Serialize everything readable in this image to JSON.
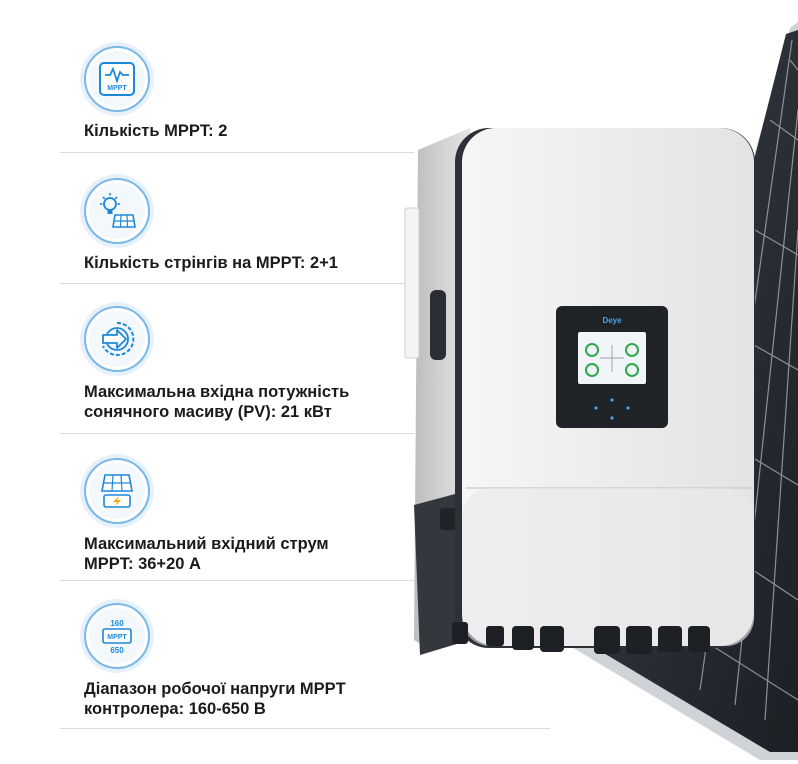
{
  "specs": [
    {
      "icon": "mppt-waveform-icon",
      "label": "Кількість MPPT: 2"
    },
    {
      "icon": "lightbulb-solar-panel-icon",
      "label": "Кількість стрінгів на MPPT: 2+1"
    },
    {
      "icon": "arrow-gear-icon",
      "label_line1": "Максимальна вхідна потужність",
      "label_line2": "сонячного масиву (PV): 21 кВт"
    },
    {
      "icon": "solar-panel-bolt-icon",
      "label_line1": "Максимальний вхідний струм",
      "label_line2": "MPPT: 36+20 А"
    },
    {
      "icon": "voltage-range-icon",
      "label_line1": "Діапазон робочої напруги MPPT",
      "label_line2": "контролера: 160-650 В"
    }
  ],
  "icon_text": {
    "mppt": "MPPT",
    "range_top": "160",
    "range_mid": "MPPT",
    "range_bottom": "650"
  },
  "inverter": {
    "brand": "Deye"
  },
  "colors": {
    "icon_blue": "#1e88d8",
    "text": "#1b1b1b",
    "panel_dark": "#23272d",
    "inverter_body": "#ececec"
  }
}
